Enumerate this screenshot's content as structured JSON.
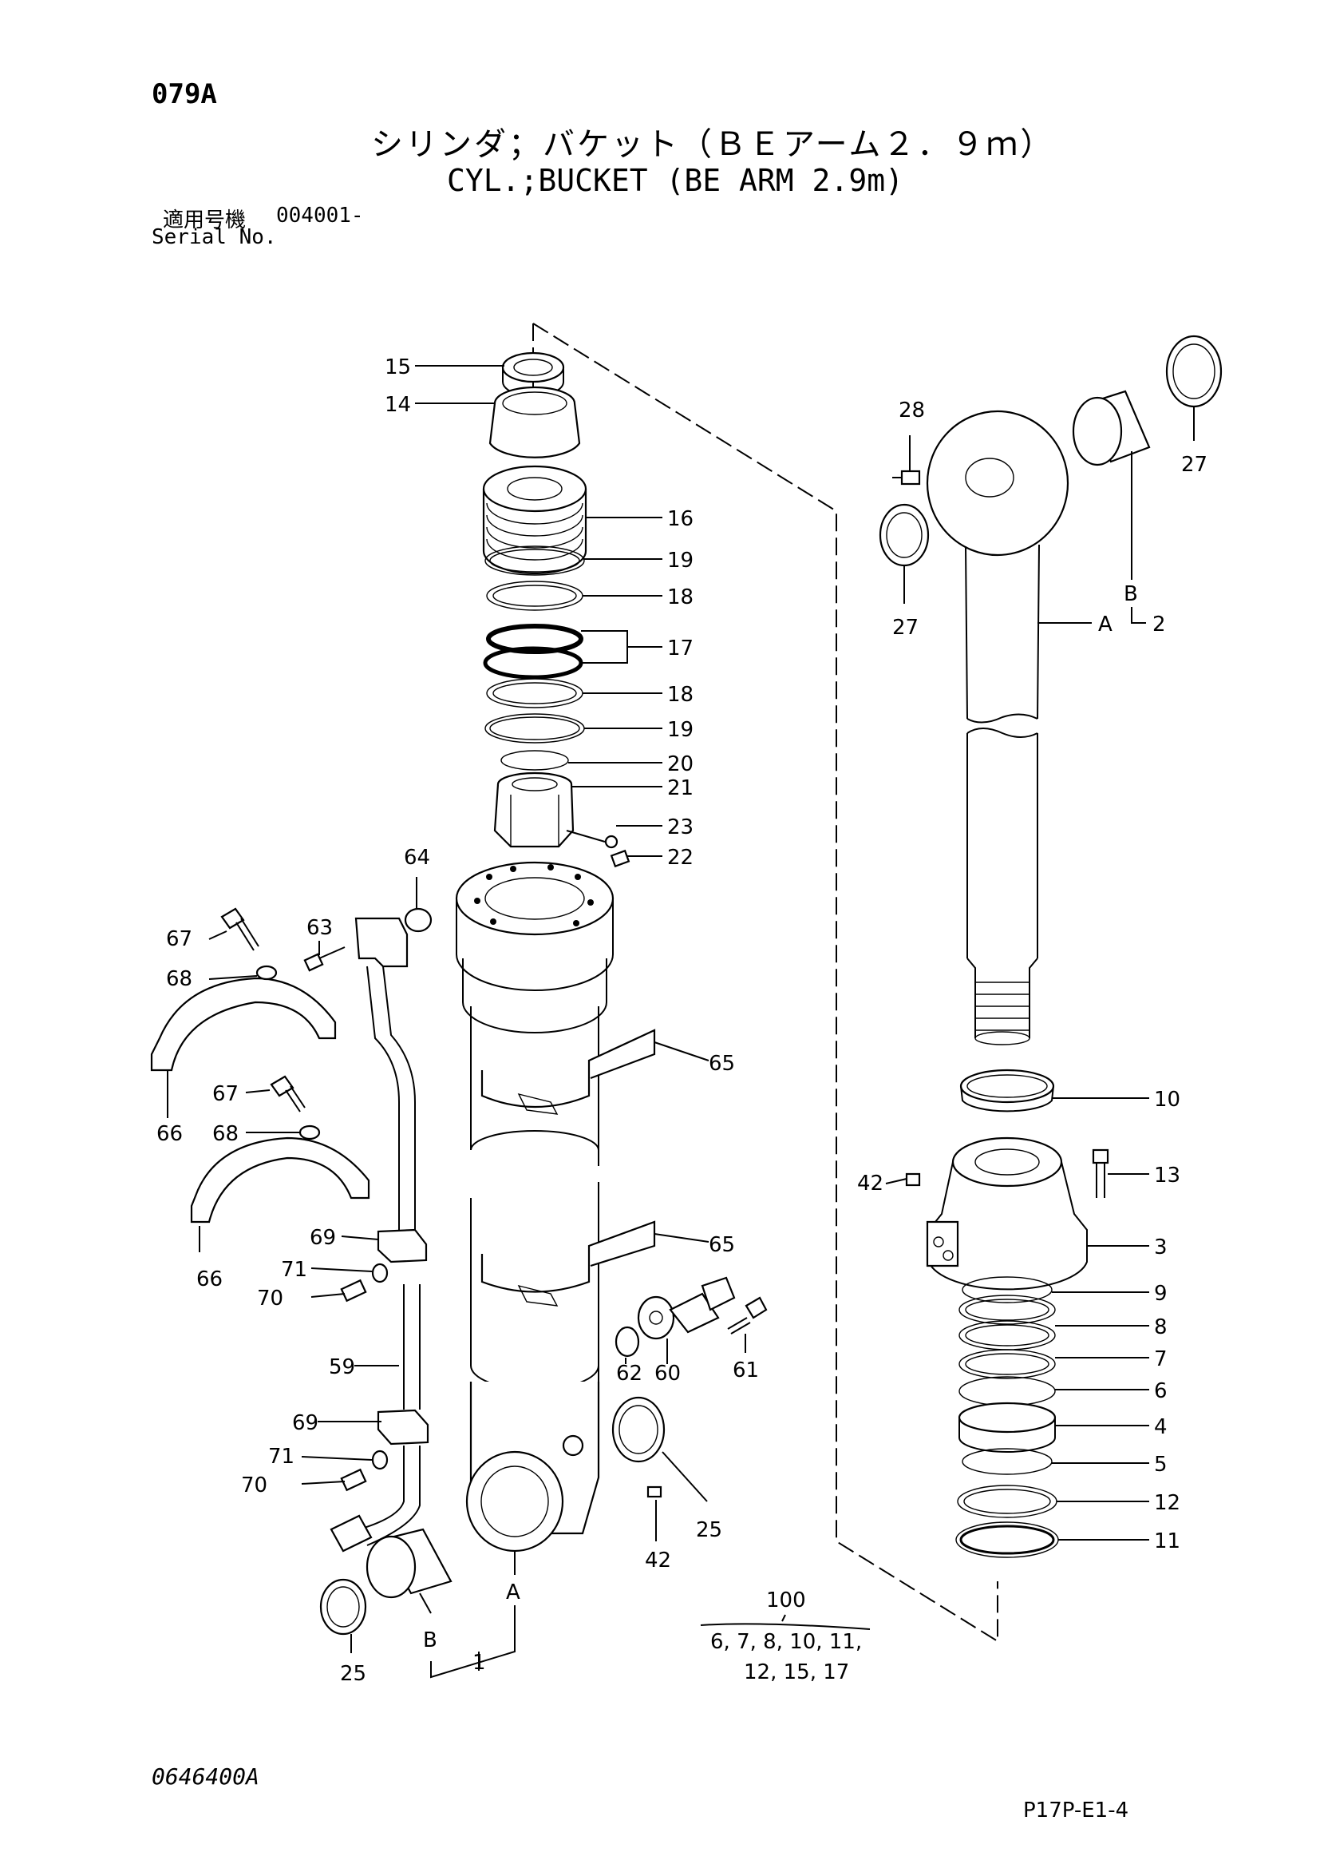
{
  "header": {
    "page_code": "079A",
    "title_jp": "シリンダ；バケット（ＢＥアーム２．９ｍ）",
    "title_en": "CYL.;BUCKET (BE ARM 2.9m)",
    "serial_label_jp": "適用号機",
    "serial_value": "004001-",
    "serial_label_en": "Serial No."
  },
  "footer": {
    "drawing_number": "0646400A",
    "page_reference": "P17P-E1-4"
  },
  "callouts": {
    "c15": "15",
    "c14": "14",
    "c16": "16",
    "c19a": "19",
    "c18a": "18",
    "c17": "17",
    "c18b": "18",
    "c19b": "19",
    "c20": "20",
    "c21": "21",
    "c23": "23",
    "c22": "22",
    "c64": "64",
    "c63": "63",
    "c67a": "67",
    "c68a": "68",
    "c65a": "65",
    "c66a": "66",
    "c67b": "67",
    "c68b": "68",
    "c66b": "66",
    "c69a": "69",
    "c71a": "71",
    "c70a": "70",
    "c65b": "65",
    "c62": "62",
    "c60": "60",
    "c61": "61",
    "c59": "59",
    "c69b": "69",
    "c71b": "71",
    "c70b": "70",
    "c25a": "25",
    "c42a": "42",
    "cA1": "A",
    "cB1": "B",
    "c1": "1",
    "c25b": "25",
    "c28": "28",
    "c27a": "27",
    "c27b": "27",
    "cB2": "B",
    "cA2": "A",
    "c2": "2",
    "c10": "10",
    "c42b": "42",
    "c13": "13",
    "c3": "3",
    "c9": "9",
    "c8": "8",
    "c7": "7",
    "c6": "6",
    "c4": "4",
    "c5": "5",
    "c12": "12",
    "c11": "11"
  },
  "kit": {
    "number": "100",
    "line1": "6, 7, 8, 10, 11,",
    "line2": "12, 15, 17"
  }
}
